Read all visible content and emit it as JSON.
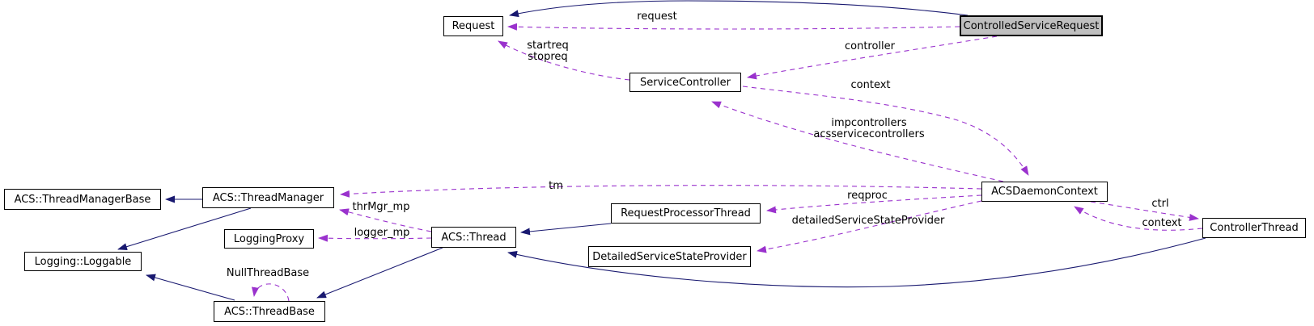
{
  "diagram": {
    "nodes": {
      "request": "Request",
      "controlled_service_request": "ControlledServiceRequest",
      "service_controller": "ServiceController",
      "thread_manager_base": "ACS::ThreadManagerBase",
      "thread_manager": "ACS::ThreadManager",
      "logging_proxy": "LoggingProxy",
      "loggable": "Logging::Loggable",
      "thread": "ACS::Thread",
      "request_processor_thread": "RequestProcessorThread",
      "detailed_service_state_provider": "DetailedServiceStateProvider",
      "acs_daemon_context": "ACSDaemonContext",
      "controller_thread": "ControllerThread",
      "thread_base": "ACS::ThreadBase"
    },
    "edge_labels": {
      "request": "request",
      "startreq_stopreq": "startreq\nstopreq",
      "controller": "controller",
      "context_service": "context",
      "impcontrollers": "impcontrollers\nacsservicecontrollers",
      "tm": "tm",
      "thrmgr_mp": "thrMgr_mp",
      "logger_mp": "logger_mp",
      "reqproc": "reqproc",
      "detailed_provider": "detailedServiceStateProvider",
      "ctrl": "ctrl",
      "context_thread": "context",
      "null_thread_base": "NullThreadBase"
    },
    "colors": {
      "inheritance_edge": "#191970",
      "usage_edge": "#9a32cd",
      "node_border": "#000000",
      "node_fill": "#ffffff",
      "highlight_node_fill": "#bfbfbf",
      "background": "#ffffff"
    }
  }
}
